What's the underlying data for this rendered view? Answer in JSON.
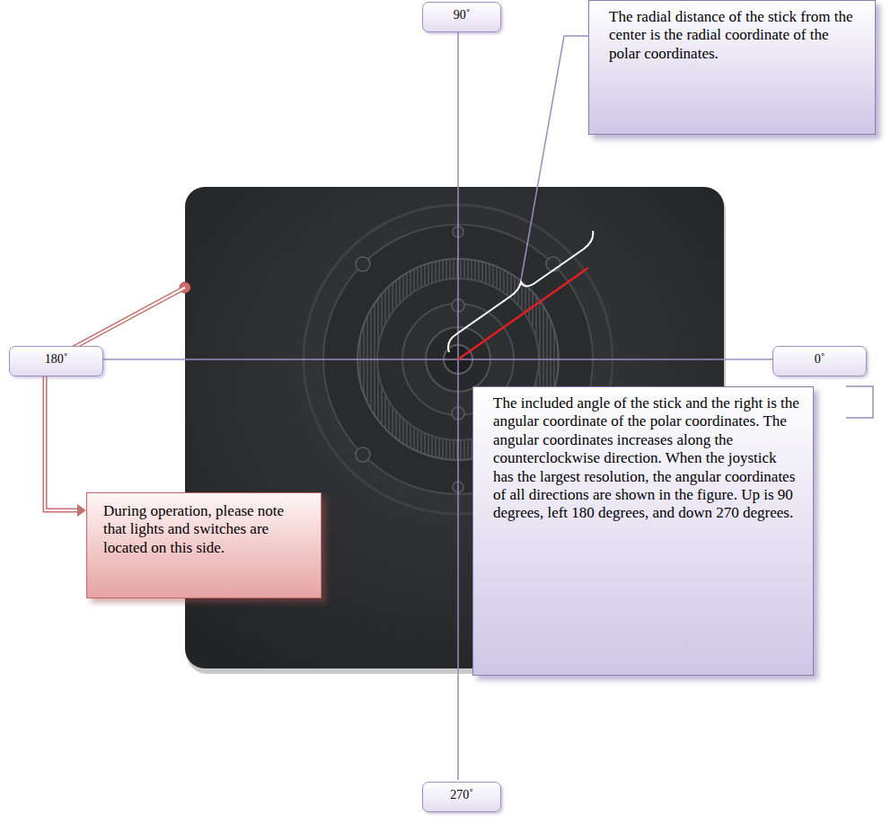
{
  "diagram": {
    "nodes": [
      {
        "text": [
          "90˚"
        ]
      },
      {
        "text": [
          "The radial distance of the stick from the center is the radial coordinate of the polar coordinates."
        ]
      },
      {
        "text": [
          "180˚"
        ]
      },
      {
        "text": [
          "0˚"
        ]
      },
      {
        "text": [
          "The included angle of the stick and the right is the angular coordinate of the polar coordinates. The angular coordinates increases along the counterclockwise direction. When the joystick has the largest resolution, the angular coordinates of all directions are shown in the figure. Up is 90 degrees, left 180 degrees, and down 270 degrees."
        ]
      },
      {
        "text": [
          "During operation, please note that lights and switches are located on this side."
        ]
      },
      {
        "text": [
          "270˚"
        ]
      }
    ]
  }
}
